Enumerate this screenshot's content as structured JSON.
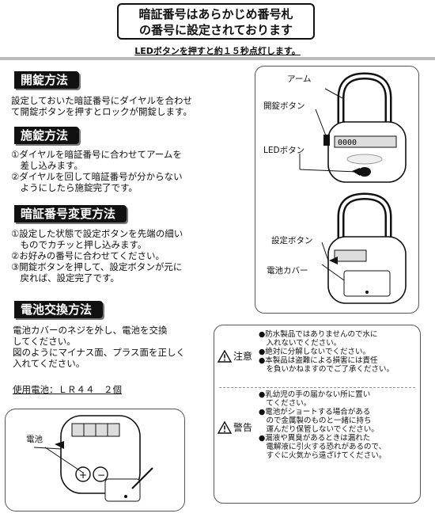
{
  "notice": {
    "line1": "暗証番号はあらかじめ番号札",
    "line2": "の番号に設定されております",
    "led_note": "LEDボタンを押すと約１５秒点灯します。"
  },
  "sections": {
    "unlock": {
      "title": "開錠方法",
      "body": "設定しておいた暗証番号にダイヤルを合わせ\nて開錠ボタンを押すとロックが開錠します。"
    },
    "lock": {
      "title": "施錠方法",
      "body": "①ダイヤルを暗証番号に合わせてアームを\n　差し込みます。\n②ダイヤルを回して暗証番号が分からない\n　ようにしたら施錠完了です。"
    },
    "change": {
      "title": "暗証番号変更方法",
      "body": "①設定した状態で設定ボタンを先端の細い\n　ものでカチッと押し込みます。\n②お好みの番号に合わせてください。\n③開錠ボタンを押して、設定ボタンが元に\n　戻れば、設定完了です。"
    },
    "battery": {
      "title": "電池交換方法",
      "body": "電池カバーのネジを外し、電池を交換\nしてください。\n図のようにマイナス面、プラス面を正しく\n入れてください。",
      "used": "使用電池：ＬＲ４４　２個"
    }
  },
  "callouts": {
    "arm": "アーム",
    "unlock_button": "開錠ボタン",
    "led_button": "LEDボタン",
    "set_button": "設定ボタン",
    "battery_cover": "電池カバー",
    "battery": "電池"
  },
  "warnings": {
    "caution": {
      "label": "注意",
      "items": "●防水製品ではありませんので水に\n　入れないでください。\n●絶対に分解しないでください。\n●本製品は盗難による損害には責任\n　を負いかねますのでご了承ください。"
    },
    "warning": {
      "label": "警告",
      "items": "●乳幼児の手の届かない所に置い\n　てください。\n●電池がショートする場合がある\n　ので金属製のものと一緒に持ち\n　運んだり保管しないでください。\n●漏液や異臭があるときは漏れた\n　電解液に引火する恐れがあるので、\n　すぐに火気から遠ざけてください。"
    }
  },
  "dial_digits": "0000"
}
